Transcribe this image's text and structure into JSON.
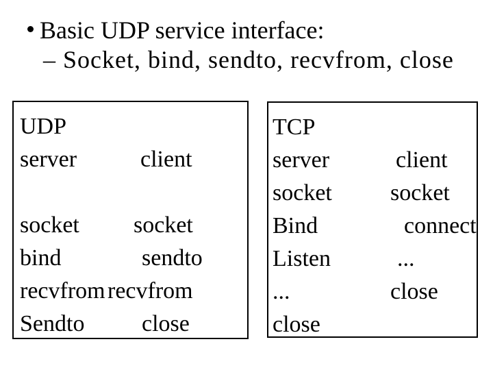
{
  "header": {
    "bullet_icon": "filled-circle",
    "title": "Basic UDP service interface:",
    "subtitle": "– Socket, bind, sendto, recvfrom, close"
  },
  "boxes": {
    "udp": {
      "rows": [
        {
          "c1": "UDP",
          "c2": ""
        },
        {
          "c1": "server",
          "c2": "client"
        },
        {
          "c1": "",
          "c2": ""
        },
        {
          "c1": "socket",
          "c2": "socket"
        },
        {
          "c1": "bind",
          "c2": "sendto"
        },
        {
          "c1": "recvfrom",
          "c2": "recvfrom"
        },
        {
          "c1": "Sendto",
          "c2": "close"
        }
      ]
    },
    "tcp": {
      "rows": [
        {
          "c1": "TCP",
          "c2": ""
        },
        {
          "c1": "server",
          "c2": "client"
        },
        {
          "c1": "socket",
          "c2": "socket"
        },
        {
          "c1": "Bind",
          "c2": "connect"
        },
        {
          "c1": "Listen",
          "c2": "..."
        },
        {
          "c1": "...",
          "c2": "close"
        },
        {
          "c1": "close",
          "c2": ""
        }
      ]
    }
  },
  "colors": {
    "text": "#000000",
    "background": "#ffffff",
    "border": "#000000"
  }
}
